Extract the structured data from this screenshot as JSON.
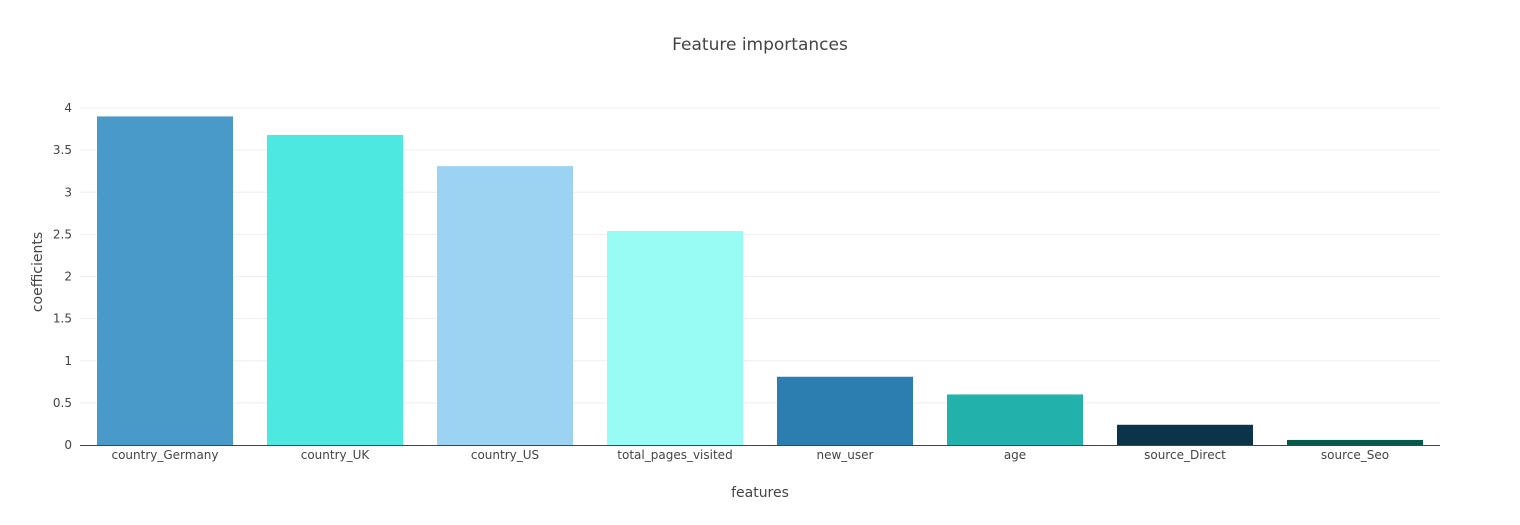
{
  "chart_data": {
    "type": "bar",
    "title": "Feature importances",
    "xlabel": "features",
    "ylabel": "coefficients",
    "categories": [
      "country_Germany",
      "country_UK",
      "country_US",
      "total_pages_visited",
      "new_user",
      "age",
      "source_Direct",
      "source_Seo"
    ],
    "values": [
      3.9,
      3.68,
      3.31,
      2.54,
      0.81,
      0.6,
      0.24,
      0.06
    ],
    "colors": [
      "#4a9ac9",
      "#4de8e0",
      "#9dd3f2",
      "#98fcf4",
      "#2c7db0",
      "#23b1ab",
      "#0b3349",
      "#075a4a"
    ],
    "ylim": [
      0,
      4
    ],
    "yticks": [
      0,
      0.5,
      1,
      1.5,
      2,
      2.5,
      3,
      3.5,
      4
    ],
    "grid": true,
    "legend": "none"
  }
}
